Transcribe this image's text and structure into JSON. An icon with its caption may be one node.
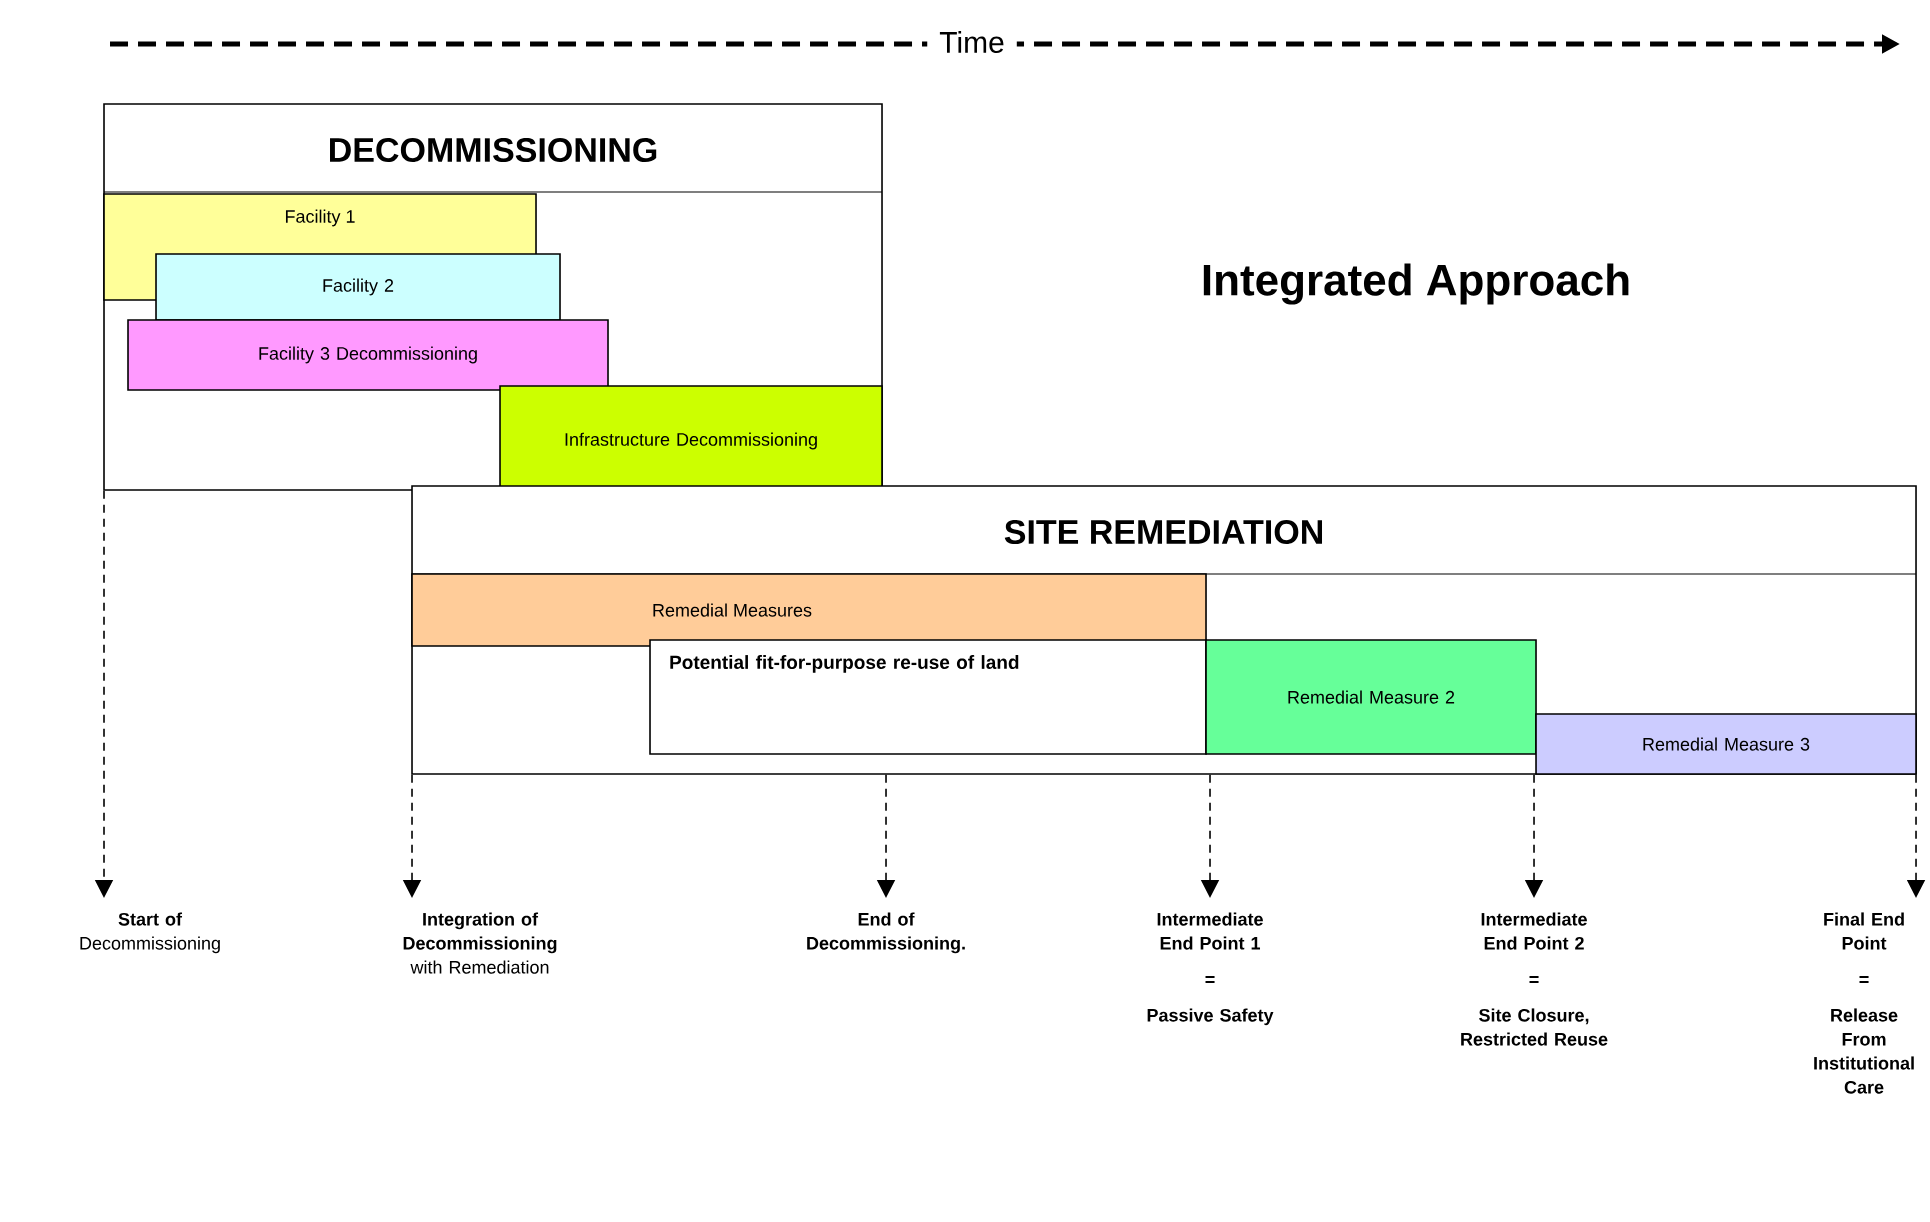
{
  "diagram": {
    "title": "Integrated Approach",
    "nodes": [
      {
        "text": [
          "DECOMMISSIONING"
        ]
      },
      {
        "text": [
          "Facility 1"
        ],
        "in": 0
      },
      {
        "text": [
          "Facility 2"
        ],
        "in": 0
      },
      {
        "text": [
          "Facility 3 Decommissioning"
        ],
        "in": 0
      },
      {
        "text": [
          "Infrastructure Decommissioning"
        ],
        "in": 0
      },
      {
        "text": [
          "SITE REMEDIATION"
        ]
      },
      {
        "text": [
          "Remedial Measures"
        ],
        "in": 5
      },
      {
        "text": [
          "Potential fit-for-purpose re-use of land"
        ],
        "in": 5
      },
      {
        "text": [
          "Remedial Measure 2"
        ],
        "in": 5
      },
      {
        "text": [
          "Remedial Measure 3"
        ],
        "in": 5
      },
      {
        "text": [
          "Start of",
          "Decommissioning"
        ]
      },
      {
        "text": [
          "Integration of Decommissioning",
          "with Remediation"
        ]
      },
      {
        "text": [
          "End of Decommissioning."
        ]
      },
      {
        "text": [
          "Intermediate End Point 1",
          "=",
          "Passive Safety"
        ]
      },
      {
        "text": [
          "Intermediate End Point 2",
          "=",
          "Site Closure, Restricted Reuse"
        ]
      },
      {
        "text": [
          "Final End Point",
          "=",
          "Release From Institutional Care"
        ]
      }
    ],
    "edges": [
      {
        "from": 0,
        "to": 10,
        "arrow": "to",
        "style": "dashed"
      },
      {
        "from": 5,
        "to": 11,
        "arrow": "to",
        "style": "dashed"
      },
      {
        "from": 5,
        "to": 12,
        "arrow": "to",
        "style": "dashed"
      },
      {
        "from": 5,
        "to": 13,
        "arrow": "to",
        "style": "dashed"
      },
      {
        "from": 5,
        "to": 14,
        "arrow": "to",
        "style": "dashed"
      },
      {
        "from": 5,
        "to": 15,
        "arrow": "to",
        "style": "dashed"
      }
    ],
    "labels": [
      "Time"
    ]
  }
}
